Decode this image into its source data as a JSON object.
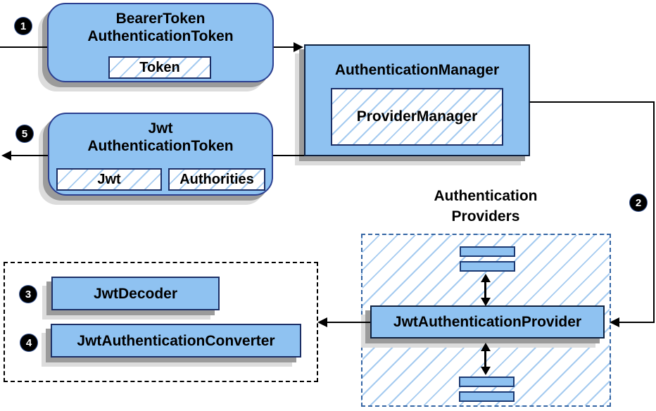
{
  "colors": {
    "node_fill": "#8fc2f1",
    "rounded_border": "#2b3f90",
    "rect_border": "#0e2140",
    "hatch_line": "#a5cbf0",
    "providers_dash_border": "#3465a4",
    "shadow_dark": "#9b9b9b",
    "shadow_light": "#dcdcdc",
    "badge_bg": "#000000",
    "badge_text": "#ffffff"
  },
  "nodes": {
    "bearer": {
      "line1": "BearerToken",
      "line2": "AuthenticationToken",
      "chip": "Token"
    },
    "manager": {
      "label": "AuthenticationManager",
      "inner": "ProviderManager"
    },
    "jwt_token": {
      "line1": "Jwt",
      "line2": "AuthenticationToken",
      "chip_jwt": "Jwt",
      "chip_authorities": "Authorities"
    },
    "providers_group": {
      "title_line1": "Authentication",
      "title_line2": "Providers"
    },
    "jwt_provider": {
      "label": "JwtAuthenticationProvider"
    },
    "decoder": {
      "label": "JwtDecoder"
    },
    "converter": {
      "label": "JwtAuthenticationConverter"
    }
  },
  "badges": {
    "step1": "1",
    "step2": "2",
    "step3": "3",
    "step4": "4",
    "step5": "5"
  }
}
